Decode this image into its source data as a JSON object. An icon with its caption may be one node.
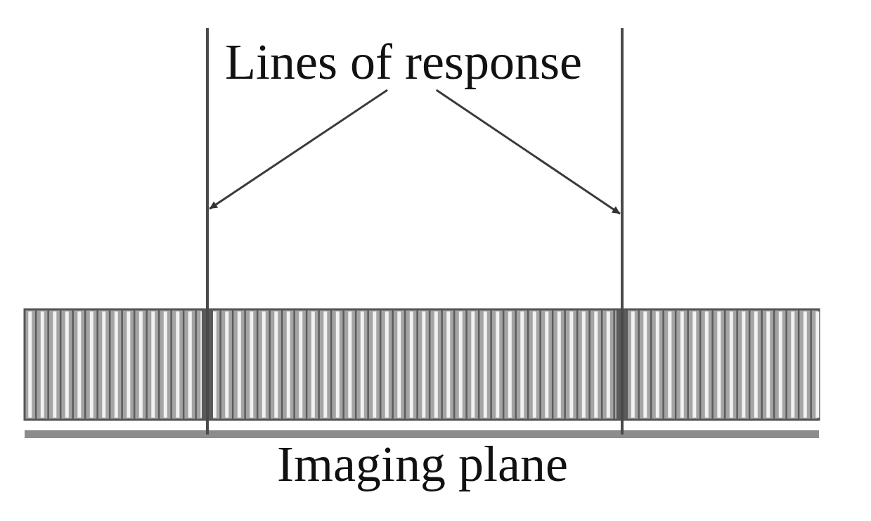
{
  "diagram": {
    "nodes": [
      {
        "text": [
          "Lines of response"
        ]
      },
      {
        "text": [],
        "shape": "line"
      },
      {
        "text": [],
        "shape": "line"
      }
    ],
    "edges": [
      {
        "from": 0,
        "to": 1,
        "arrow": "to"
      },
      {
        "from": 0,
        "to": 2,
        "arrow": "to"
      }
    ],
    "labels": [
      "Imaging plane"
    ]
  }
}
